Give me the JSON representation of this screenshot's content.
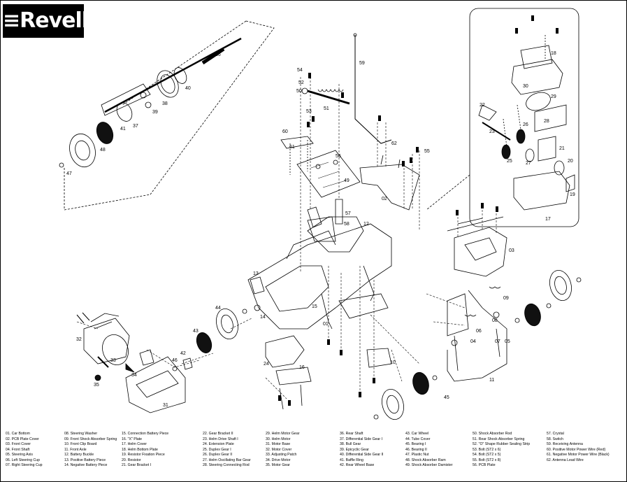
{
  "brand": {
    "logo_text": "Revell"
  },
  "callouts": [
    "01",
    "02",
    "03",
    "04",
    "05",
    "06",
    "07",
    "08",
    "09",
    "10",
    "11",
    "12",
    "13",
    "14",
    "15",
    "16",
    "17",
    "18",
    "19",
    "20",
    "21",
    "22",
    "23",
    "24",
    "25",
    "26",
    "27",
    "28",
    "29",
    "30",
    "31",
    "32",
    "33",
    "34",
    "35",
    "36",
    "37",
    "38",
    "39",
    "40",
    "41",
    "42",
    "43",
    "44",
    "45",
    "46",
    "47",
    "48",
    "49",
    "50",
    "51",
    "52",
    "53",
    "54",
    "55",
    "56",
    "57",
    "58",
    "59",
    "60",
    "61",
    "62"
  ],
  "legend": {
    "columns": [
      [
        "01. Car Bottom",
        "02. PCB Plate Cover",
        "03. Front Cover",
        "04. Front Shaft",
        "05. Steering Axis",
        "06. Left Steering Cup",
        "07. Right Steering Cup"
      ],
      [
        "08. Steering Washer",
        "09. Front Shock Absorber Spring",
        "10. Front Clip Board",
        "11. Front Axle",
        "12. Battery Buckle",
        "13. Positive Battery Piece",
        "14. Negative Battery Piece"
      ],
      [
        "15. Connection Battery Piece",
        "16. \"X\" Plate",
        "17. Helm Cover",
        "18. Helm Bottom Plate",
        "19. Resistor Fixation Piece",
        "20. Resistor",
        "21. Gear Bracket I"
      ],
      [
        "22. Gear Bracket II",
        "23. Helm Drive Shaft I",
        "24. Extension Plate",
        "25. Duplex Gear I",
        "26. Duplex Gear II",
        "27. Helm Oscillating Bar Gear",
        "28. Steering Connecting Rod"
      ],
      [
        "29. Helm Motor Gear",
        "30. Helm Motor",
        "31. Motor Base",
        "32. Motor Cover",
        "33. Adjusting Patch",
        "34. Drive Motor",
        "35. Motor Gear"
      ],
      [
        "36. Rear Shaft",
        "37. Differential Side Gear I",
        "38. Bull Gear",
        "39. Epicyclic Gear",
        "40. Differential Side Gear II",
        "41. Baffle Ring",
        "42. Rear Wheel Base"
      ],
      [
        "43. Car Wheel",
        "44. Tube Cover",
        "45. Bearing I",
        "46. Bearing II",
        "47. Plastic Nut",
        "48. Shock Absorber Ram",
        "49. Shock Absorber Damister"
      ],
      [
        "50. Shock Absorber Rod",
        "51. Rear Shock Absorber Spring",
        "52. \"O\" Shape Rubber Sealing Strip",
        "53. Bolt (ST2 x 6)",
        "54. Bolt (ST2 x 5)",
        "55. Bolt (ST2 x 8)",
        "56. PCB Plate"
      ],
      [
        "57. Crystal",
        "58. Switch",
        "59. Receiving Antenna",
        "60. Positive Motor Power Wire (Red)",
        "61. Negative Motor Power Wire (Black)",
        "62. Antenna Lead Wire"
      ]
    ]
  }
}
